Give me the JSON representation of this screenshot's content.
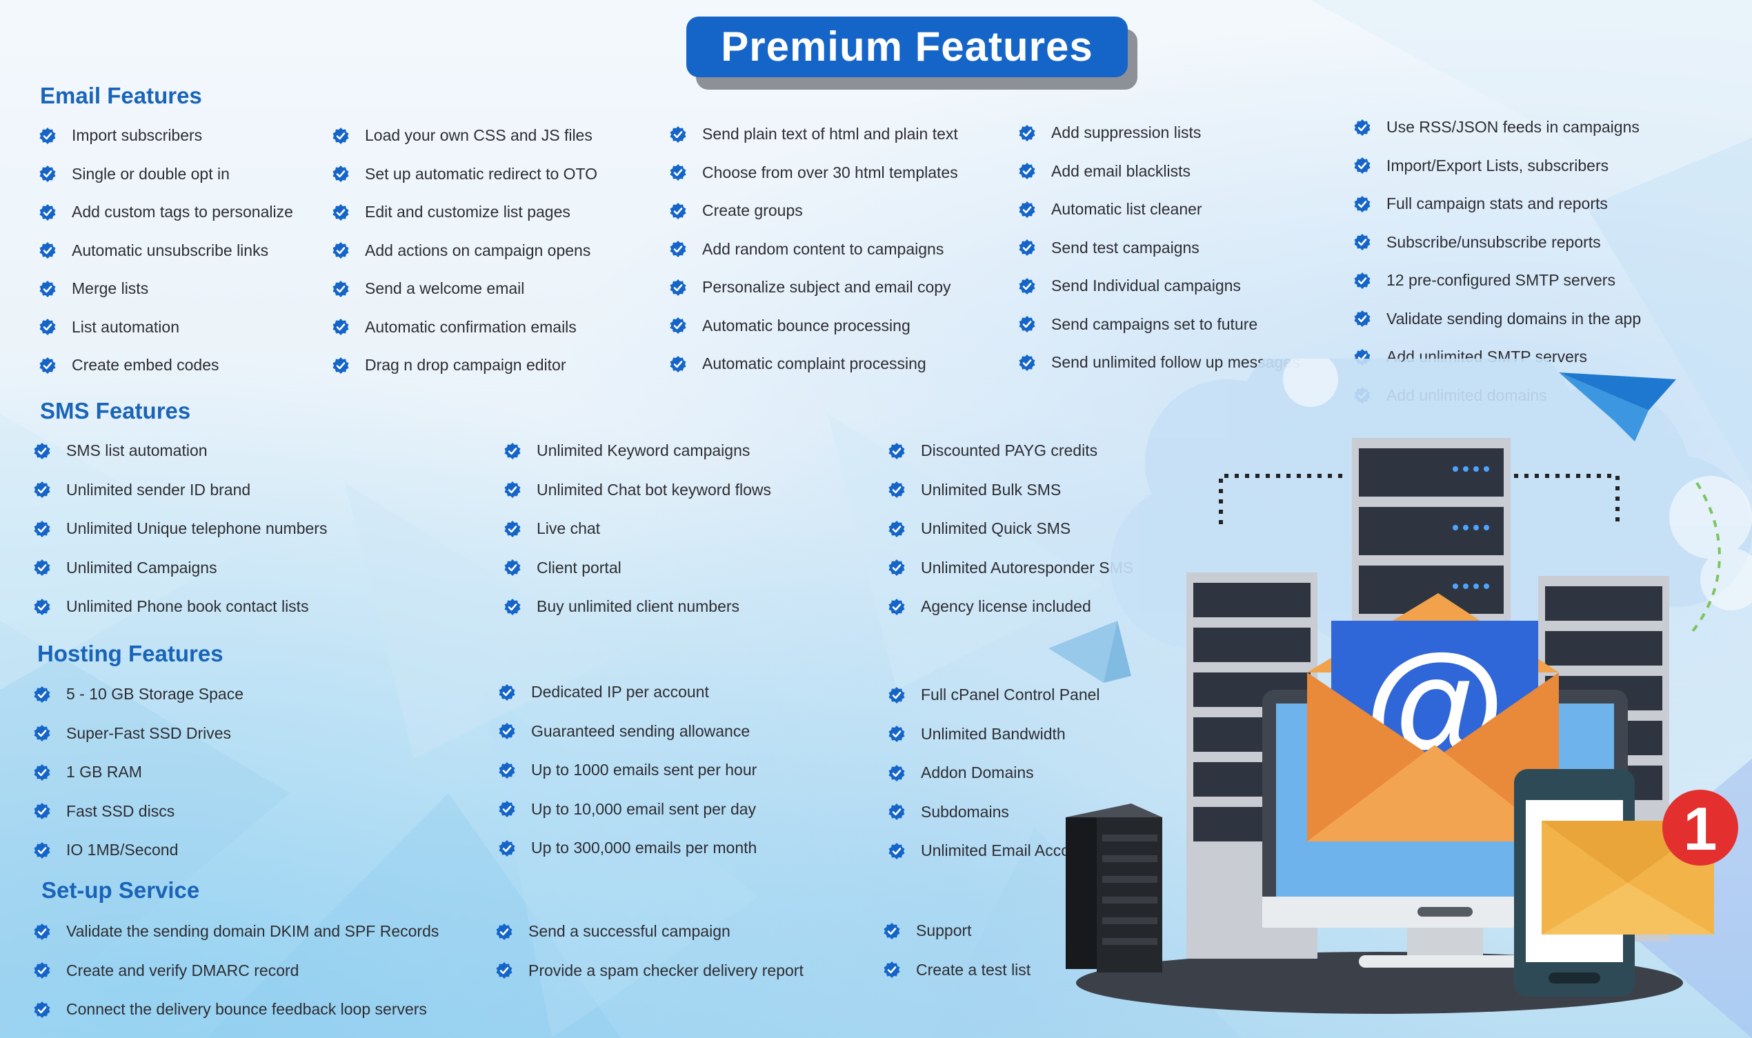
{
  "title": "Premium Features",
  "icons": {
    "bullet": "verified-check-icon",
    "illustration": [
      "server-rack-icon",
      "email-envelope-icon",
      "at-sign-icon",
      "paper-plane-icon",
      "mobile-phone-icon",
      "notification-badge-icon"
    ]
  },
  "colors": {
    "accent": "#1565c8",
    "heading": "#1a64b8",
    "badge": "#e3302f",
    "envelope": "#ec8d35"
  },
  "notification_count": "1",
  "sections": {
    "email": {
      "title": "Email Features",
      "columns": [
        [
          "Import subscribers",
          "Single or double opt in",
          "Add custom tags to personalize",
          "Automatic unsubscribe links",
          "Merge lists",
          "List automation",
          "Create embed codes"
        ],
        [
          "Load your own CSS and JS files",
          "Set up automatic redirect to OTO",
          "Edit and customize list pages",
          "Add actions on campaign opens",
          "Send a welcome email",
          "Automatic confirmation emails",
          "Drag n drop campaign editor"
        ],
        [
          "Send plain text of html and plain text",
          "Choose from over 30 html templates",
          "Create groups",
          "Add random content to campaigns",
          "Personalize subject and email copy",
          "Automatic bounce processing",
          "Automatic complaint processing"
        ],
        [
          "Add suppression lists",
          "Add email blacklists",
          "Automatic list cleaner",
          "Send test campaigns",
          "Send Individual campaigns",
          "Send campaigns set to future",
          "Send unlimited follow up messages"
        ],
        [
          "Use RSS/JSON feeds in campaigns",
          "Import/Export Lists, subscribers",
          "Full campaign stats and reports",
          "Subscribe/unsubscribe reports",
          "12 pre-configured SMTP servers",
          "Validate sending domains in the app",
          "Add unlimited SMTP servers",
          "Add unlimited domains"
        ]
      ]
    },
    "sms": {
      "title": "SMS Features",
      "columns": [
        [
          "SMS list automation",
          "Unlimited sender ID brand",
          "Unlimited Unique telephone numbers",
          "Unlimited Campaigns",
          "Unlimited Phone book contact lists"
        ],
        [
          "Unlimited Keyword campaigns",
          "Unlimited Chat bot keyword flows",
          "Live chat",
          "Client portal",
          "Buy unlimited client numbers"
        ],
        [
          "Discounted PAYG credits",
          "Unlimited Bulk SMS",
          "Unlimited Quick SMS",
          "Unlimited Autoresponder SMS",
          "Agency license included"
        ]
      ]
    },
    "hosting": {
      "title": "Hosting Features",
      "columns": [
        [
          "5 - 10 GB Storage Space",
          "Super-Fast SSD Drives",
          "1 GB RAM",
          "Fast SSD discs",
          "IO 1MB/Second"
        ],
        [
          "Dedicated IP per account",
          "Guaranteed sending allowance",
          "Up to 1000 emails sent per hour",
          "Up to 10,000 email sent per day",
          "Up to 300,000 emails per month"
        ],
        [
          "Full cPanel Control Panel",
          "Unlimited Bandwidth",
          "Addon Domains",
          "Subdomains",
          "Unlimited Email Accounts"
        ]
      ]
    },
    "setup": {
      "title": "Set-up Service",
      "columns": [
        [
          "Validate the sending domain  DKIM and SPF Records",
          "Create and  verify DMARC record",
          "Connect the delivery bounce feedback loop servers"
        ],
        [
          "Send a successful campaign",
          "Provide a spam checker delivery report"
        ],
        [
          "Support",
          "Create a test list"
        ]
      ]
    }
  }
}
